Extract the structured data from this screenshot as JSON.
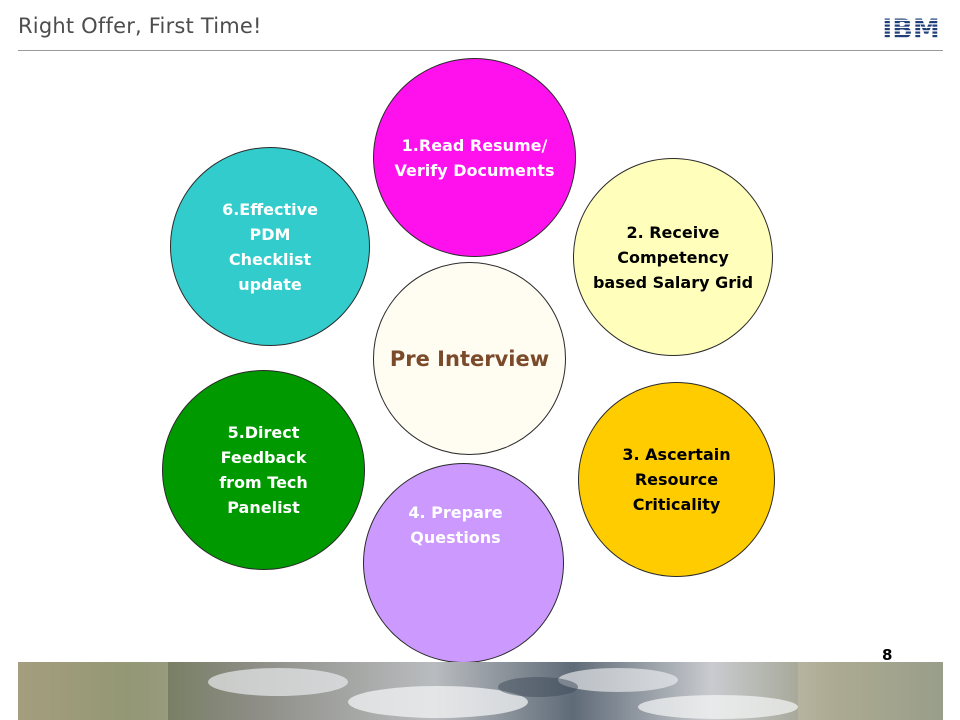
{
  "header": {
    "title": "Right Offer, First Time!",
    "logo_text": "IBM"
  },
  "diagram": {
    "center": {
      "label": "Pre Interview",
      "color": "#fffcf2"
    },
    "nodes": [
      {
        "label": "1.Read Resume/\nVerify Documents",
        "color": "#ff11ee",
        "text_color": "#ffffff"
      },
      {
        "label": "2. Receive\nCompetency\nbased Salary Grid",
        "color": "#ffffbb",
        "text_color": "#000000"
      },
      {
        "label": "3. Ascertain\nResource\nCriticality",
        "color": "#ffcc00",
        "text_color": "#000000"
      },
      {
        "label": "4. Prepare\nQuestions",
        "color": "#cc99ff",
        "text_color": "#ffffff"
      },
      {
        "label": "5.Direct\nFeedback\nfrom Tech\nPanelist",
        "color": "#009900",
        "text_color": "#ffffff"
      },
      {
        "label": "6.Effective\nPDM\nChecklist\nupdate",
        "color": "#33cccc",
        "text_color": "#ffffff"
      }
    ]
  },
  "footer": {
    "page_number": "8"
  }
}
